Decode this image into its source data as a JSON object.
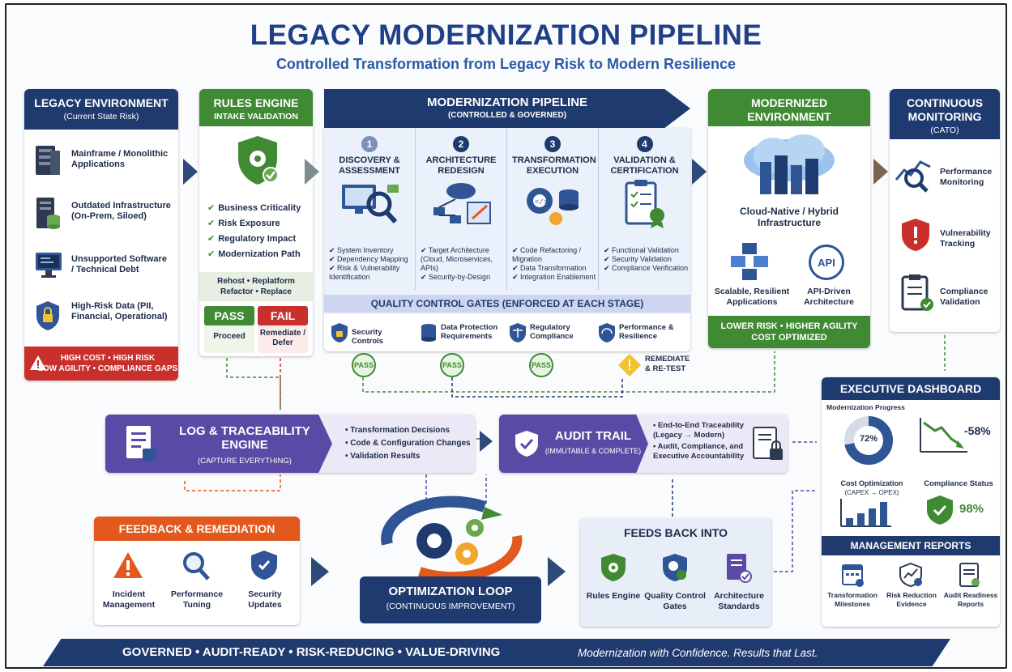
{
  "title": "LEGACY MODERNIZATION PIPELINE",
  "subtitle": "Controlled Transformation from Legacy Risk to Modern Resilience",
  "legacy": {
    "title": "LEGACY ENVIRONMENT",
    "subtitle": "(Current State Risk)",
    "items": [
      {
        "icon": "server-icon",
        "label": "Mainframe / Monolithic Applications"
      },
      {
        "icon": "database-icon",
        "label": "Outdated Infrastructure (On-Prem, Siloed)"
      },
      {
        "icon": "monitor-icon",
        "label": "Unsupported Software / Technical Debt"
      },
      {
        "icon": "lock-shield-icon",
        "label": "High-Risk Data (PII, Financial, Operational)"
      }
    ],
    "footer_line1": "HIGH COST  •  HIGH RISK",
    "footer_line2": "LOW AGILITY  •  COMPLIANCE GAPS"
  },
  "rules": {
    "title": "RULES ENGINE",
    "subtitle": "INTAKE VALIDATION",
    "checks": [
      "Business Criticality",
      "Risk Exposure",
      "Regulatory Impact",
      "Modernization Path"
    ],
    "options_line1": "Rehost  •  Replatform",
    "options_line2": "Refactor  •  Replace",
    "pass_label": "PASS",
    "pass_sub": "Proceed",
    "fail_label": "FAIL",
    "fail_sub": "Remediate / Defer"
  },
  "pipeline": {
    "title": "MODERNIZATION PIPELINE",
    "subtitle": "(CONTROLLED & GOVERNED)",
    "stages": [
      {
        "num": "1",
        "title": "DISCOVERY & ASSESSMENT",
        "bullets": [
          "System Inventory",
          "Dependency Mapping",
          "Risk & Vulnerability Identification"
        ]
      },
      {
        "num": "2",
        "title": "ARCHITECTURE REDESIGN",
        "bullets": [
          "Target Architecture (Cloud, Microservices, APIs)",
          "Security-by-Design"
        ]
      },
      {
        "num": "3",
        "title": "TRANSFORMATION EXECUTION",
        "bullets": [
          "Code Refactoring / Migration",
          "Data Transformation",
          "Integration Enablement"
        ]
      },
      {
        "num": "4",
        "title": "VALIDATION & CERTIFICATION",
        "bullets": [
          "Functional Validation",
          "Security Validation",
          "Compliance Verification"
        ]
      }
    ],
    "gates_title": "QUALITY CONTROL GATES (ENFORCED AT EACH STAGE)",
    "gates": [
      "Security Controls",
      "Data Protection Requirements",
      "Regulatory Compliance",
      "Performance & Resilience"
    ],
    "gate_results": [
      "PASS",
      "PASS",
      "PASS"
    ],
    "remediate": "REMEDIATE & RE-TEST"
  },
  "modern": {
    "title": "MODERNIZED ENVIRONMENT",
    "subtitle": "(Future State)",
    "cloud_label": "Cloud-Native / Hybrid Infrastructure",
    "apps_label": "Scalable, Resilient Applications",
    "api_label": "API-Driven Architecture",
    "api_icon_text": "API",
    "footer_line1": "LOWER RISK  •  HIGHER AGILITY",
    "footer_line2": "COST OPTIMIZED"
  },
  "monitoring": {
    "title_line1": "CONTINUOUS",
    "title_line2": "MONITORING",
    "subtitle": "(CATO)",
    "items": [
      "Performance Monitoring",
      "Vulnerability Tracking",
      "Compliance Validation"
    ]
  },
  "log": {
    "title": "LOG & TRACEABILITY ENGINE",
    "subtitle": "(CAPTURE EVERYTHING)",
    "bullets": [
      "Transformation Decisions",
      "Code & Configuration Changes",
      "Validation Results"
    ]
  },
  "audit": {
    "title": "AUDIT TRAIL",
    "subtitle": "(IMMUTABLE & COMPLETE)",
    "bullets": [
      "End-to-End Traceability (Legacy → Modern)",
      "Audit, Compliance, and Executive Accountability"
    ]
  },
  "feedback": {
    "title": "FEEDBACK & REMEDIATION",
    "items": [
      "Incident Management",
      "Performance Tuning",
      "Security Updates"
    ]
  },
  "loop": {
    "title": "OPTIMIZATION LOOP",
    "subtitle": "(CONTINUOUS IMPROVEMENT)"
  },
  "feeds": {
    "title": "FEEDS BACK INTO",
    "items": [
      "Rules Engine",
      "Quality Control Gates",
      "Architecture Standards"
    ]
  },
  "dashboard": {
    "title": "EXECUTIVE DASHBOARD",
    "progress_label": "Modernization Progress",
    "progress_value": "72%",
    "progress_fraction": 0.72,
    "trend_value": "-58%",
    "cost_label": "Cost Optimization",
    "cost_sub": "(CAPEX → OPEX)",
    "compliance_label": "Compliance Status",
    "compliance_value": "98%",
    "reports_title": "MANAGEMENT REPORTS",
    "reports": [
      "Transformation Milestones",
      "Risk Reduction Evidence",
      "Audit Readiness Reports"
    ]
  },
  "footer": {
    "values": "GOVERNED  •  AUDIT-READY  •  RISK-REDUCING  •  VALUE-DRIVING",
    "tagline": "Modernization with Confidence. Results that Last."
  },
  "colors": {
    "navy": "#1f3a6e",
    "green": "#3f8a33",
    "red": "#c9302c",
    "orange": "#e2581d",
    "purple": "#5b4aa5"
  }
}
